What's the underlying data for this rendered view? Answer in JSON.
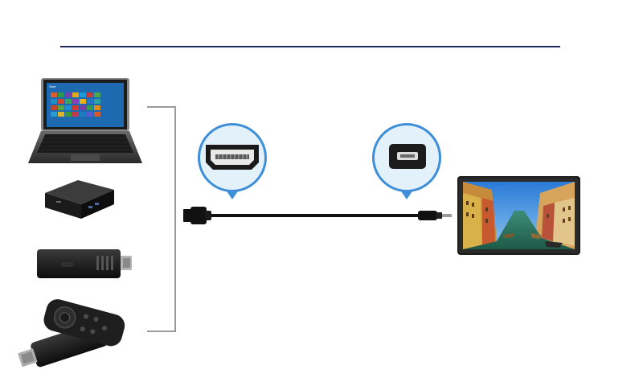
{
  "diagram": {
    "header_rule_color": "#1f2a5a",
    "bracket_color": "#9a9a9a",
    "callout_color": "#3f8fd8",
    "cable_color": "#111111",
    "source_devices": [
      {
        "name": "laptop",
        "screen_text": "Start"
      },
      {
        "name": "mini-pc"
      },
      {
        "name": "compute-stick"
      },
      {
        "name": "streaming-stick-with-remote"
      }
    ],
    "connectors": [
      {
        "name": "hdmi-port",
        "callout": "left"
      },
      {
        "name": "mini-hdmi-port",
        "callout": "right"
      }
    ],
    "display": {
      "name": "portable-monitor",
      "content": "canal-photo"
    }
  }
}
